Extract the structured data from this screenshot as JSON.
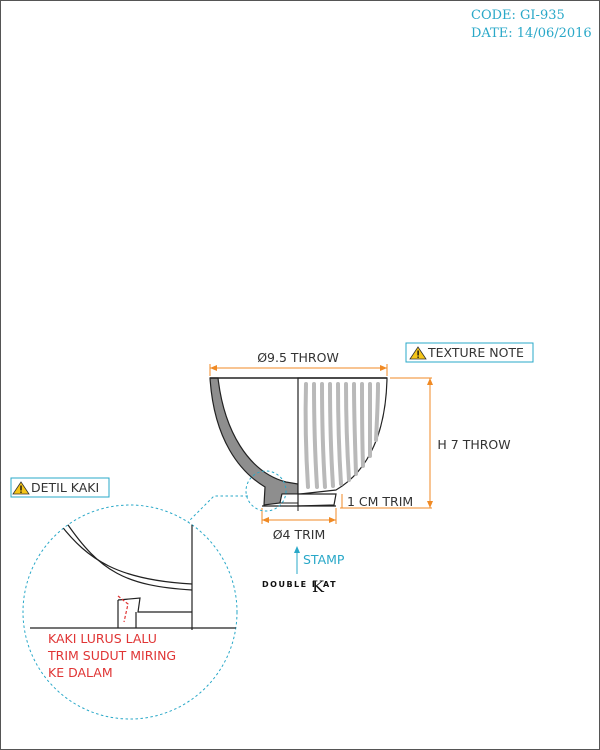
{
  "header": {
    "code": "CODE: GI-935",
    "date": "DATE: 14/06/2016"
  },
  "dimensions": {
    "rim_diameter": "Ø9.5 THROW",
    "height": "H 7 THROW",
    "foot_trim": "1 CM TRIM",
    "foot_diameter": "Ø4 TRIM"
  },
  "notes": {
    "texture_note": "TEXTURE NOTE",
    "foot_detail": "DETIL KAKI",
    "foot_instruction": [
      "KAKI LURUS LALU",
      "TRIM SUDUT MIRING",
      "KE DALAM"
    ]
  },
  "stamp": {
    "label": "STAMP",
    "logo_left": "DOUBLE I",
    "logo_k": "K",
    "logo_right": "AT"
  },
  "colors": {
    "dimension": "#f08a24",
    "annotation": "#29a8c8",
    "warning": "#e03535",
    "glaze": "#8e8e8e",
    "texture": "#b9b9b9"
  },
  "icons": [
    "warning-icon"
  ]
}
